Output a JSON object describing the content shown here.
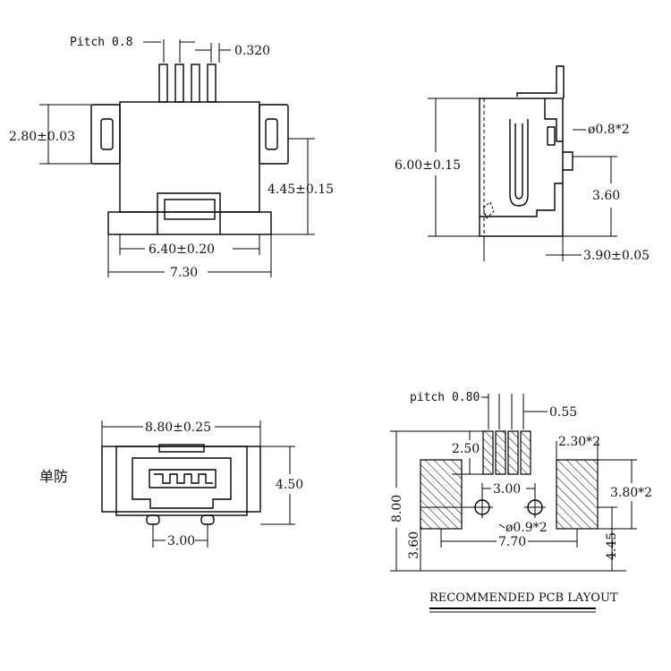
{
  "top_left": {
    "pitch": "Pitch 0.8",
    "pin_width": "0.320",
    "height": "2.80±0.03",
    "side_height": "4.45±0.15",
    "inner_width": "6.40±0.20",
    "total_width": "7.30"
  },
  "top_right": {
    "body_height": "6.00±0.15",
    "hole": "ø0.8*2",
    "hole_height": "3.60",
    "depth": "3.90±0.05"
  },
  "bottom_left": {
    "width": "8.80±0.25",
    "height": "4.50",
    "post_spacing": "3.00",
    "side_label": "单防"
  },
  "bottom_right": {
    "pitch": "pitch 0.80",
    "pad_width": "0.55",
    "pad_length": "2.50",
    "large_pad_width": "2.30*2",
    "pin_spacing": "3.00",
    "large_pad_height": "3.80*2",
    "hole": "ø0.9*2",
    "span": "7.70",
    "total_height": "8.00",
    "hole_offset": "3.60",
    "pad_offset": "4.45",
    "caption": "RECOMMENDED PCB LAYOUT"
  }
}
